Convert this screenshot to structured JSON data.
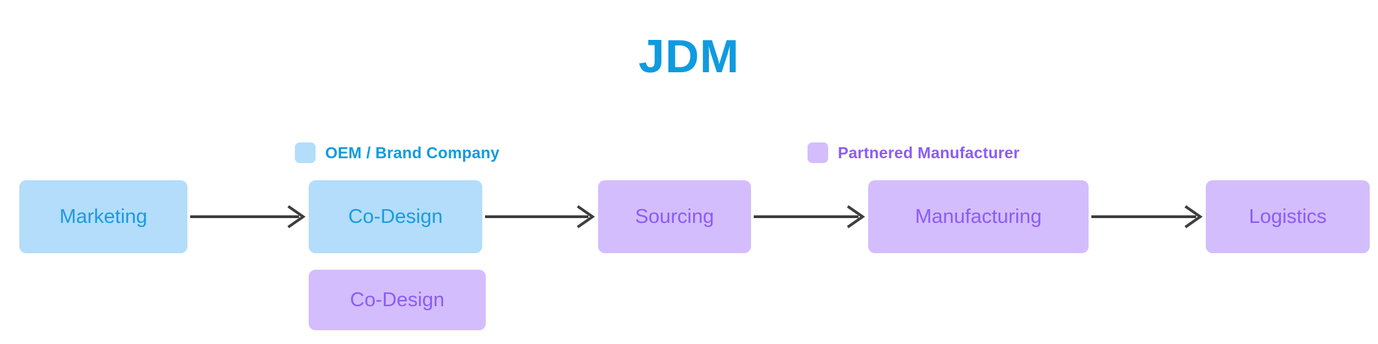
{
  "title": "JDM",
  "colors": {
    "title_blue": "#0f9bdf",
    "oem_fill": "#b3ddfb",
    "oem_text": "#1c9ae0",
    "partner_fill": "#d4bdfd",
    "partner_text": "#8b5cf6",
    "arrow": "#3d3d3d",
    "background": "#ffffff"
  },
  "legend": {
    "items": [
      {
        "label": "OEM / Brand Company",
        "swatch": "#b3ddfb",
        "text_color": "#0f9bdf",
        "icon": "square-swatch-icon"
      },
      {
        "label": "Partnered Manufacturer",
        "swatch": "#d4bdfd",
        "text_color": "#8b5cf6",
        "icon": "square-swatch-icon"
      }
    ]
  },
  "flow": {
    "nodes": [
      {
        "label": "Marketing",
        "owner": "OEM / Brand Company",
        "row": 1
      },
      {
        "label": "Co-Design",
        "owner": "OEM / Brand Company",
        "row": 1
      },
      {
        "label": "Sourcing",
        "owner": "Partnered Manufacturer",
        "row": 1
      },
      {
        "label": "Manufacturing",
        "owner": "Partnered Manufacturer",
        "row": 1
      },
      {
        "label": "Logistics",
        "owner": "Partnered Manufacturer",
        "row": 1
      },
      {
        "label": "Co-Design",
        "owner": "Partnered Manufacturer",
        "row": 2
      }
    ],
    "arrows": [
      {
        "from": "Marketing",
        "to": "Co-Design",
        "icon": "arrow-right-icon"
      },
      {
        "from": "Co-Design",
        "to": "Sourcing",
        "icon": "arrow-right-icon"
      },
      {
        "from": "Sourcing",
        "to": "Manufacturing",
        "icon": "arrow-right-icon"
      },
      {
        "from": "Manufacturing",
        "to": "Logistics",
        "icon": "arrow-right-icon"
      }
    ]
  }
}
